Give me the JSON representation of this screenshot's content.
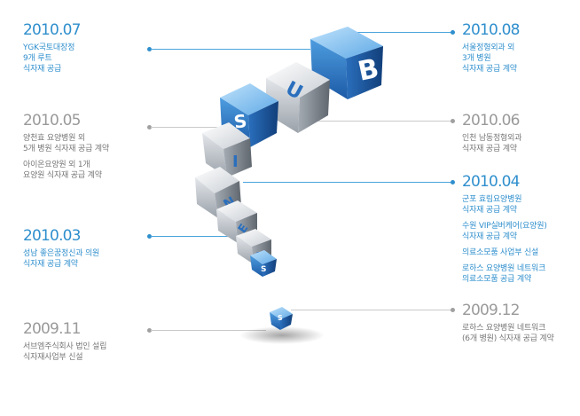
{
  "timeline": {
    "left": [
      {
        "year": "2010.07",
        "style": "blue",
        "items": [
          "YGK국토대장정\n9개 루트\n식자재 공급"
        ]
      },
      {
        "year": "2010.05",
        "style": "gray",
        "items": [
          "양천효 요양병원 외\n5개 병원 식자재 공급 계약",
          "아이온요양원 외 1개\n요양원 식자재 공급 계약"
        ]
      },
      {
        "year": "2010.03",
        "style": "blue",
        "items": [
          "성남 좋은꿈정신과 의원\n식자재 공급 계약"
        ]
      },
      {
        "year": "2009.11",
        "style": "gray",
        "items": [
          "서브엠주식회사 법인 설립\n식자재사업부 신설"
        ]
      }
    ],
    "right": [
      {
        "year": "2010.08",
        "style": "blue",
        "items": [
          "서울정형외과 외\n3개 병원\n식자재 공급 계약"
        ]
      },
      {
        "year": "2010.06",
        "style": "gray",
        "items": [
          "인천 남동정형외과\n식자재 공급 계약"
        ]
      },
      {
        "year": "2010.04",
        "style": "blue",
        "items": [
          "군포 효림요양병원\n식자재 공급 계약",
          "수원 VIP실버케어(요양원)\n식자재 공급 계약",
          "의료소모품 사업부 신설",
          "로하스 요양병원 네트워크\n의료소모품 공급 계약"
        ]
      },
      {
        "year": "2009.12",
        "style": "gray",
        "items": [
          "로하스 요양병원 네트워크\n(6개 병원) 식자재 공급 계약"
        ]
      }
    ]
  },
  "cubes": {
    "letters": [
      "B",
      "U",
      "S",
      "I",
      "N",
      "E",
      "S",
      "S"
    ],
    "colors": {
      "blue": "#3f8fd8",
      "blue_dark": "#1d5ea8",
      "blue_light": "#9fcdf2",
      "silver": "#d9dde2",
      "silver_dark": "#8c939b"
    }
  }
}
